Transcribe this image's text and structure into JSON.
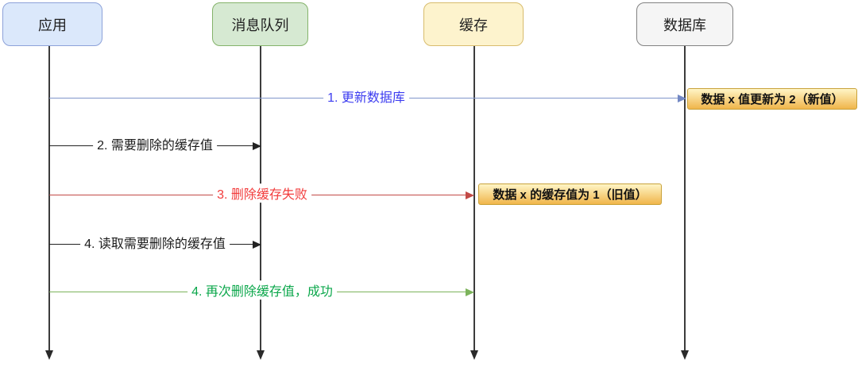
{
  "diagram": {
    "type": "sequence-diagram",
    "actors": [
      {
        "id": "app",
        "label": "应用",
        "fill": "#dbe8fb",
        "border": "#8da2d9"
      },
      {
        "id": "message-queue",
        "label": "消息队列",
        "fill": "#d6e9d2",
        "border": "#84b36a"
      },
      {
        "id": "cache",
        "label": "缓存",
        "fill": "#fdf3cd",
        "border": "#d8bc6d"
      },
      {
        "id": "database",
        "label": "数据库",
        "fill": "#f5f5f5",
        "border": "#828282"
      }
    ],
    "messages": [
      {
        "label": "1. 更新数据库",
        "from": "应用",
        "to": "数据库",
        "line_color": "#8095cb",
        "text_color": "#3c3cf0"
      },
      {
        "label": "2. 需要删除的缓存值",
        "from": "应用",
        "to": "消息队列",
        "line_color": "#222222",
        "text_color": "#1c1c1c"
      },
      {
        "label": "3. 删除缓存失败",
        "from": "应用",
        "to": "缓存",
        "line_color": "#c24a46",
        "text_color": "#f23c3c"
      },
      {
        "label": "4. 读取需要删除的缓存值",
        "from": "应用",
        "to": "消息队列",
        "line_color": "#222222",
        "text_color": "#1c1c1c"
      },
      {
        "label": "4. 再次删除缓存值，成功",
        "from": "应用",
        "to": "缓存",
        "line_color": "#7cb35b",
        "text_color": "#0ba74b"
      }
    ],
    "notes": [
      {
        "label": "数据 x 值更新为 2（新值）",
        "attached_to": "数据库",
        "fill_top": "#fff5c6",
        "fill_bottom": "#f0b54b",
        "border": "#c9a23a"
      },
      {
        "label": "数据 x 的缓存值为 1（旧值）",
        "attached_to": "缓存",
        "fill_top": "#fff5c6",
        "fill_bottom": "#f0b54b",
        "border": "#c9a23a"
      }
    ]
  }
}
